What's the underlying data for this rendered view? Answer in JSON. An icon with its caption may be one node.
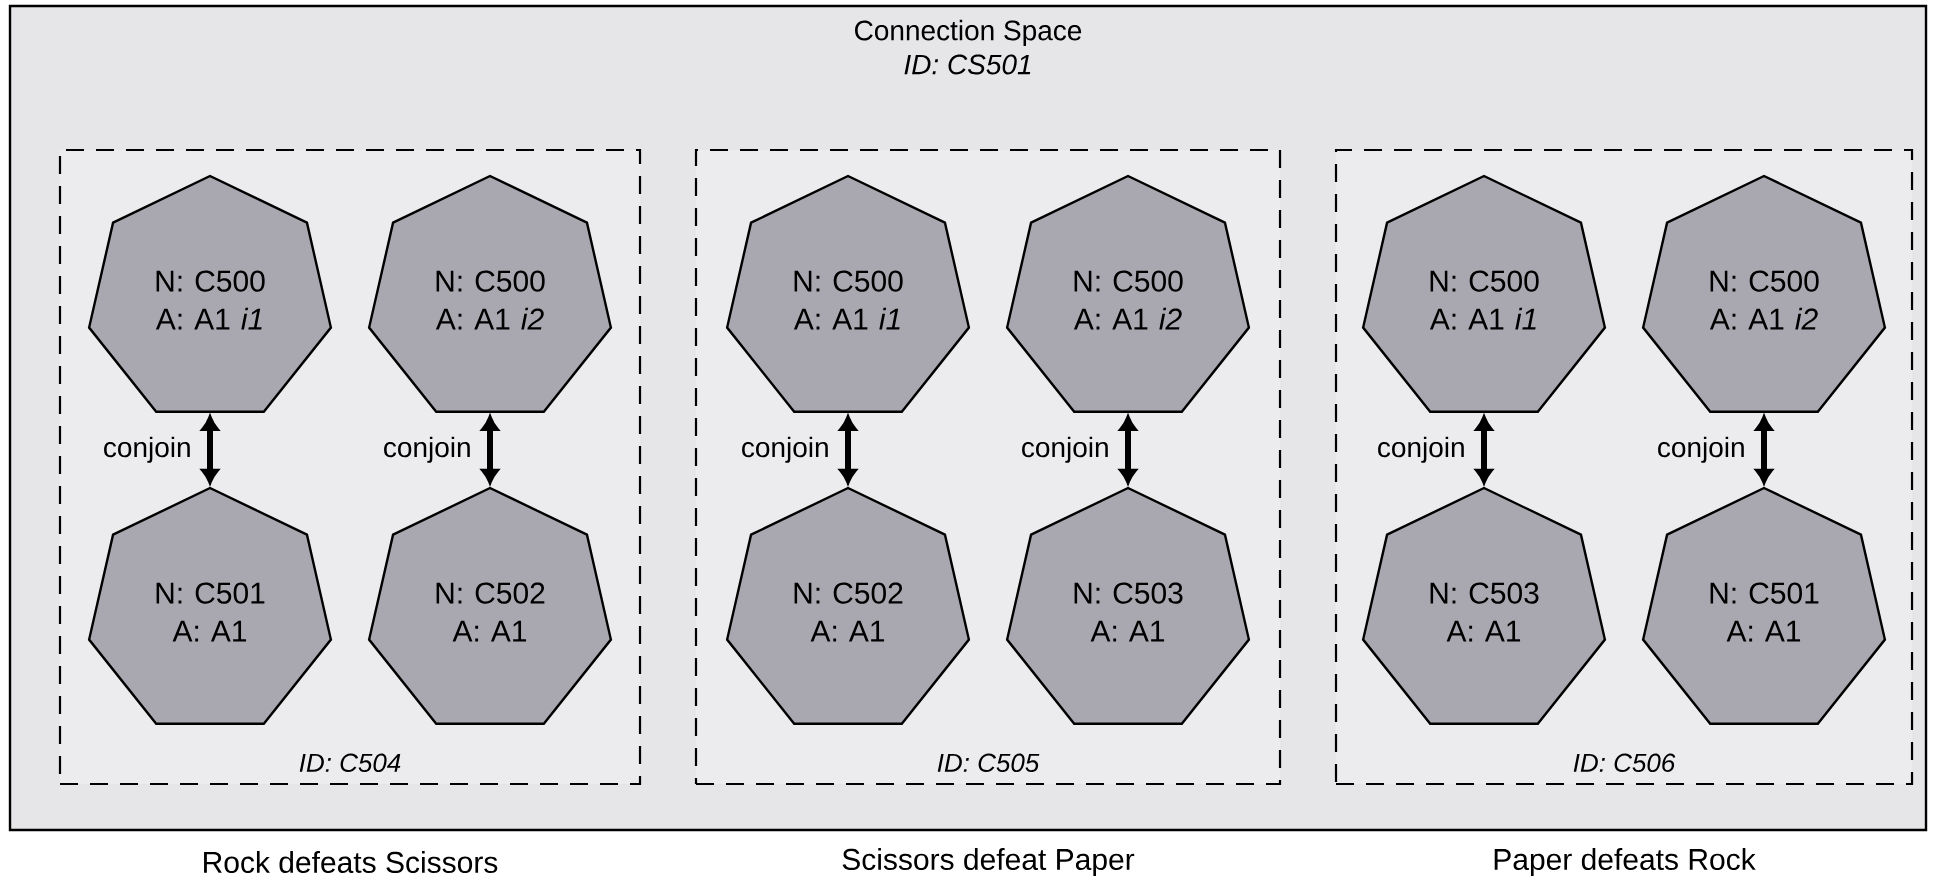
{
  "diagram": {
    "nodes": [
      {
        "text": [
          "Connection Space",
          "ID: CS501"
        ]
      },
      {
        "text": [
          "ID: C504"
        ],
        "in": 0,
        "beside": [
          "Rock defeats Scissors"
        ]
      },
      {
        "text": [
          "N: C500 A: A1 *i1*"
        ],
        "in": 1
      },
      {
        "text": [
          "N: C500 A: A1 *i2*"
        ],
        "in": 1
      },
      {
        "text": [
          "N: C501 A: A1"
        ],
        "in": 1
      },
      {
        "text": [
          "N: C502 A: A1"
        ],
        "in": 1
      },
      {
        "text": [
          "ID: C505"
        ],
        "in": 0,
        "beside": [
          "Scissors defeat Paper"
        ]
      },
      {
        "text": [
          "N: C500 A: A1 *i1*"
        ],
        "in": 6
      },
      {
        "text": [
          "N: C500 A: A1 *i2*"
        ],
        "in": 6
      },
      {
        "text": [
          "N: C502 A: A1"
        ],
        "in": 6
      },
      {
        "text": [
          "N: C503 A: A1"
        ],
        "in": 6
      },
      {
        "text": [
          "ID: C506"
        ],
        "in": 0,
        "beside": [
          "Paper defeats Rock"
        ]
      },
      {
        "text": [
          "N: C500 A: A1 *i1*"
        ],
        "in": 11
      },
      {
        "text": [
          "N: C500 A: A1 *i2*"
        ],
        "in": 11
      },
      {
        "text": [
          "N: C503 A: A1"
        ],
        "in": 11
      },
      {
        "text": [
          "N: C501 A: A1"
        ],
        "in": 11
      }
    ],
    "edges": [
      {
        "from": 2,
        "to": 4,
        "arrow": "both",
        "label": "conjoin"
      },
      {
        "from": 3,
        "to": 5,
        "arrow": "both",
        "label": "conjoin"
      },
      {
        "from": 7,
        "to": 9,
        "arrow": "both",
        "label": "conjoin"
      },
      {
        "from": 8,
        "to": 10,
        "arrow": "both",
        "label": "conjoin"
      },
      {
        "from": 12,
        "to": 14,
        "arrow": "both",
        "label": "conjoin"
      },
      {
        "from": 13,
        "to": 15,
        "arrow": "both",
        "label": "conjoin"
      }
    ]
  }
}
